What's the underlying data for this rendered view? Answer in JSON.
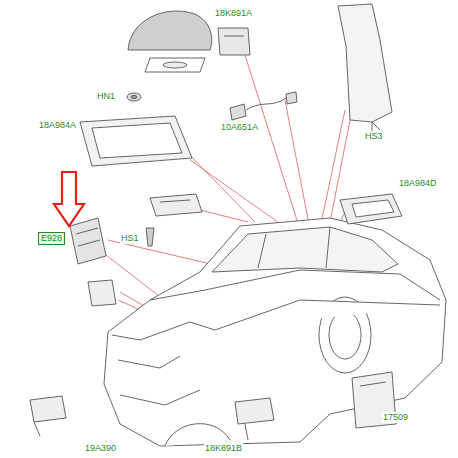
{
  "diagram": {
    "labels": [
      "18K891A",
      "HN1",
      "18A984A",
      "10A651A",
      "HS3",
      "18A984D",
      "E928",
      "HS1",
      "17509",
      "19A390",
      "18K891B"
    ]
  }
}
